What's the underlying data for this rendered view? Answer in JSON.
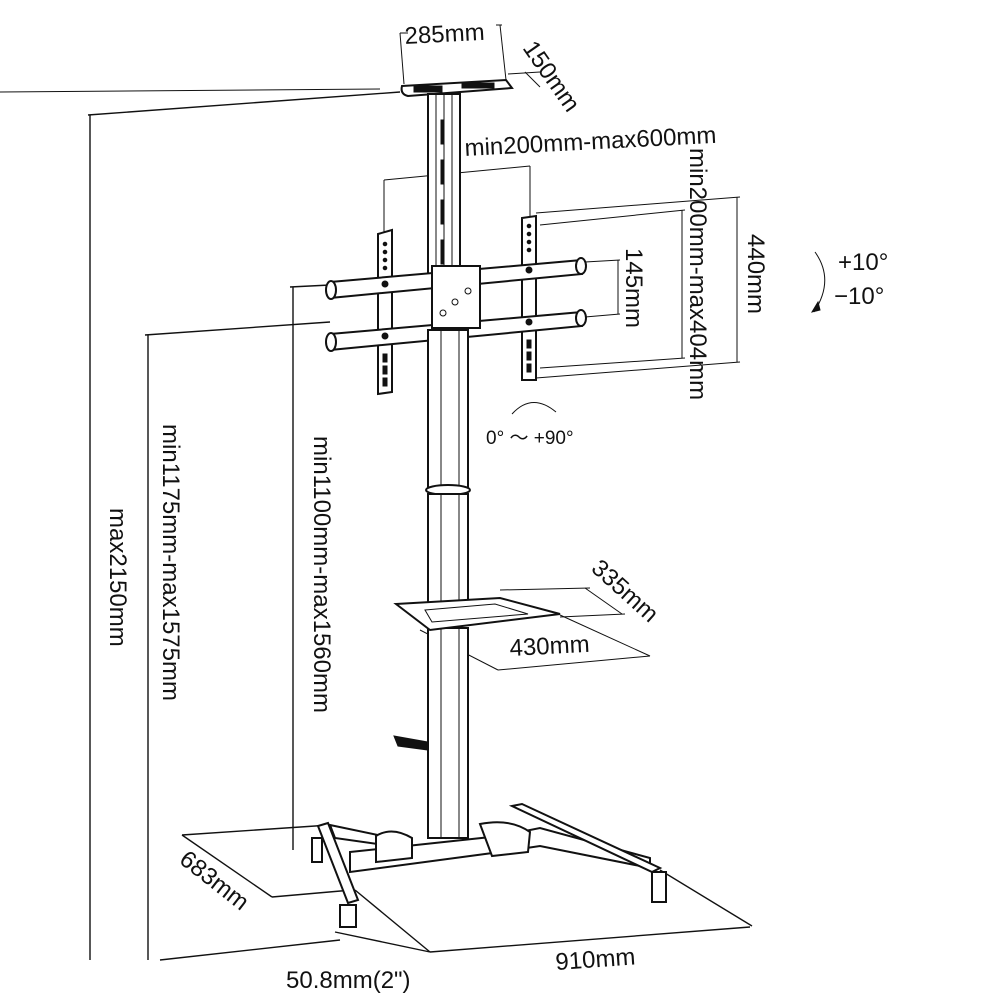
{
  "diagram": {
    "subject": "Mobile TV cart stand with camera shelf, VESA mount bracket, middle AV shelf and caster base",
    "line_color": "#111111",
    "background": "#ffffff",
    "dimensions": {
      "top_shelf_width": "285mm",
      "top_shelf_depth": "150mm",
      "bracket_horizontal_range": "min200mm-max600mm",
      "bracket_vertical_range": "min200mm-max404mm",
      "bracket_height": "440mm",
      "arm_spacing": "145mm",
      "overall_max_height": "max2150mm",
      "bracket_top_height_range": "min1175mm-max1575mm",
      "bracket_center_height_range": "min1100mm-max1560mm",
      "middle_shelf_depth": "335mm",
      "middle_shelf_width": "430mm",
      "base_depth": "683mm",
      "base_width": "910mm",
      "caster_size": "50.8mm(2\")"
    },
    "annotations": {
      "tilt_plus": "+10°",
      "tilt_minus": "−10°",
      "rotation": "0°  ～ +90°"
    },
    "icons": [
      "tilt-arrow-icon",
      "rotation-arrow-icon"
    ]
  }
}
